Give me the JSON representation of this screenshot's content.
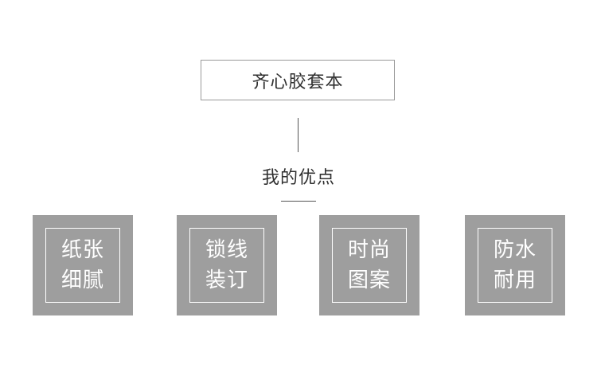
{
  "title": "齐心胶套本",
  "subtitle": "我的优点",
  "features": [
    {
      "line1": "纸张",
      "line2": "细腻"
    },
    {
      "line1": "锁线",
      "line2": "装订"
    },
    {
      "line1": "时尚",
      "line2": "图案"
    },
    {
      "line1": "防水",
      "line2": "耐用"
    }
  ],
  "colors": {
    "card_background": "#9e9e9e",
    "card_text": "#ffffff",
    "title_border": "#9a9a9a",
    "text": "#2f2f2f"
  }
}
